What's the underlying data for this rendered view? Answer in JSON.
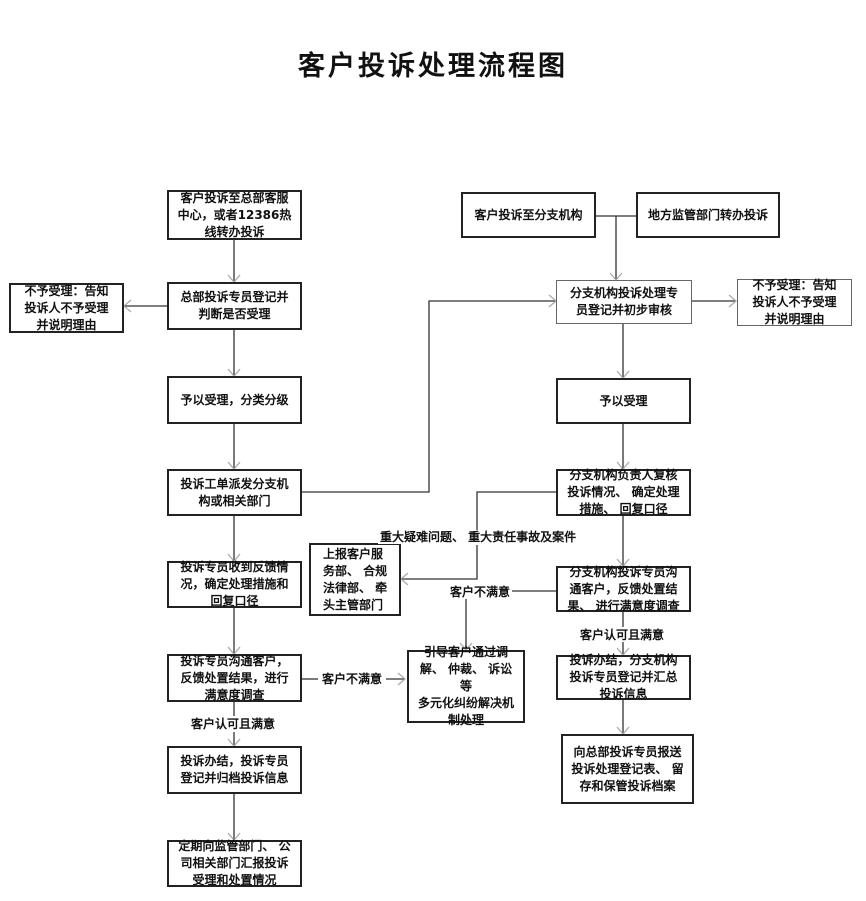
{
  "title": "客户投诉处理流程图",
  "nodes": {
    "hq_intake": "客户投诉至总部客服\n中心，或者12386热\n线转办投诉",
    "hq_register": "总部投诉专员登记并\n判断是否受理",
    "hq_reject": "不予受理：告知\n投诉人不予受理\n并说明理由",
    "hq_accept": "予以受理，分类分级",
    "hq_dispatch": "投诉工单派发分支机\n构或相关部门",
    "hq_receive_feedback": "投诉专员收到反馈情\n况，确定处理措施和\n回复口径",
    "hq_communicate": "投诉专员沟通客户，\n反馈处置结果，进行\n满意度调查",
    "hq_close": "投诉办结，投诉专员\n登记并归档投诉信息",
    "hq_report": "定期向监管部门、 公\n司相关部门汇报投诉\n受理和处置情况",
    "escalate_depts": "上报客户服\n务部、 合规\n法律部、 牵\n头主管部门",
    "mediation": "引导客户通过调\n解、 仲裁、 诉讼等\n多元化纠纷解决机\n制处理",
    "branch_intake": "客户投诉至分支机构",
    "regulator_transfer": "地方监管部门转办投诉",
    "branch_register": "分支机构投诉处理专\n员登记并初步审核",
    "branch_reject": "不予受理：告知\n投诉人不予受理\n并说明理由",
    "branch_accept": "予以受理",
    "branch_review": "分支机构负责人复核\n投诉情况、 确定处理\n措施、 回复口径",
    "branch_communicate": "分支机构投诉专员沟\n通客户，反馈处置结\n果、 进行满意度调查",
    "branch_close": "投诉办结，分支机构\n投诉专员登记并汇总\n投诉信息",
    "branch_report_hq": "向总部投诉专员报送\n投诉处理登记表、 留\n存和保管投诉档案"
  },
  "labels": {
    "major_issues": "重大疑难问题、 重大责任事故及案件",
    "dissatisfied_branch": "客户不满意",
    "dissatisfied_hq": "客户不满意",
    "satisfied_hq": "客户认可且满意",
    "satisfied_branch": "客户认可且满意"
  }
}
